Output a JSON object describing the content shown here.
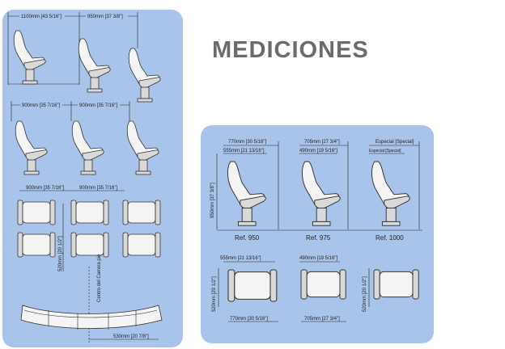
{
  "title": "MEDICIONES",
  "left_panel": {
    "top_dims": [
      "1100mm [43 5/16\"]",
      "950mm [37 3/8\"]"
    ],
    "middle_dims": [
      "900mm [35 7/16\"]",
      "900mm [35 7/16\"]"
    ],
    "plan_dims": [
      "900mm [35 7/16\"]",
      "900mm [35 7/16\"]"
    ],
    "plan_side_dim": "520mm [20 1/2\"]",
    "center_label": "Centro del Carrera pie",
    "curve_dim": "530mm [20 7/8\"]"
  },
  "right_panel": {
    "width_dims": [
      "770mm [30 5/16\"]",
      "705mm [27 3/4\"]",
      "Especial [Special]"
    ],
    "inner_dims": [
      "555mm [21 13/16\"]",
      "490mm [19 5/16\"]",
      "Especial [Special]"
    ],
    "height_dim": "950mm [37 3/8\"]",
    "refs": [
      "Ref. 950",
      "Ref. 975",
      "Ref. 1000"
    ],
    "plan_top_dims": [
      "555mm [21 13/16\"]",
      "490mm [19 5/16\"]"
    ],
    "plan_side_dims": [
      "520mm [20 1/2\"]",
      "520mm [20 1/2\"]"
    ],
    "plan_bottom_dims": [
      "770mm [30 5/16\"]",
      "705mm [27 3/4\"]"
    ]
  }
}
